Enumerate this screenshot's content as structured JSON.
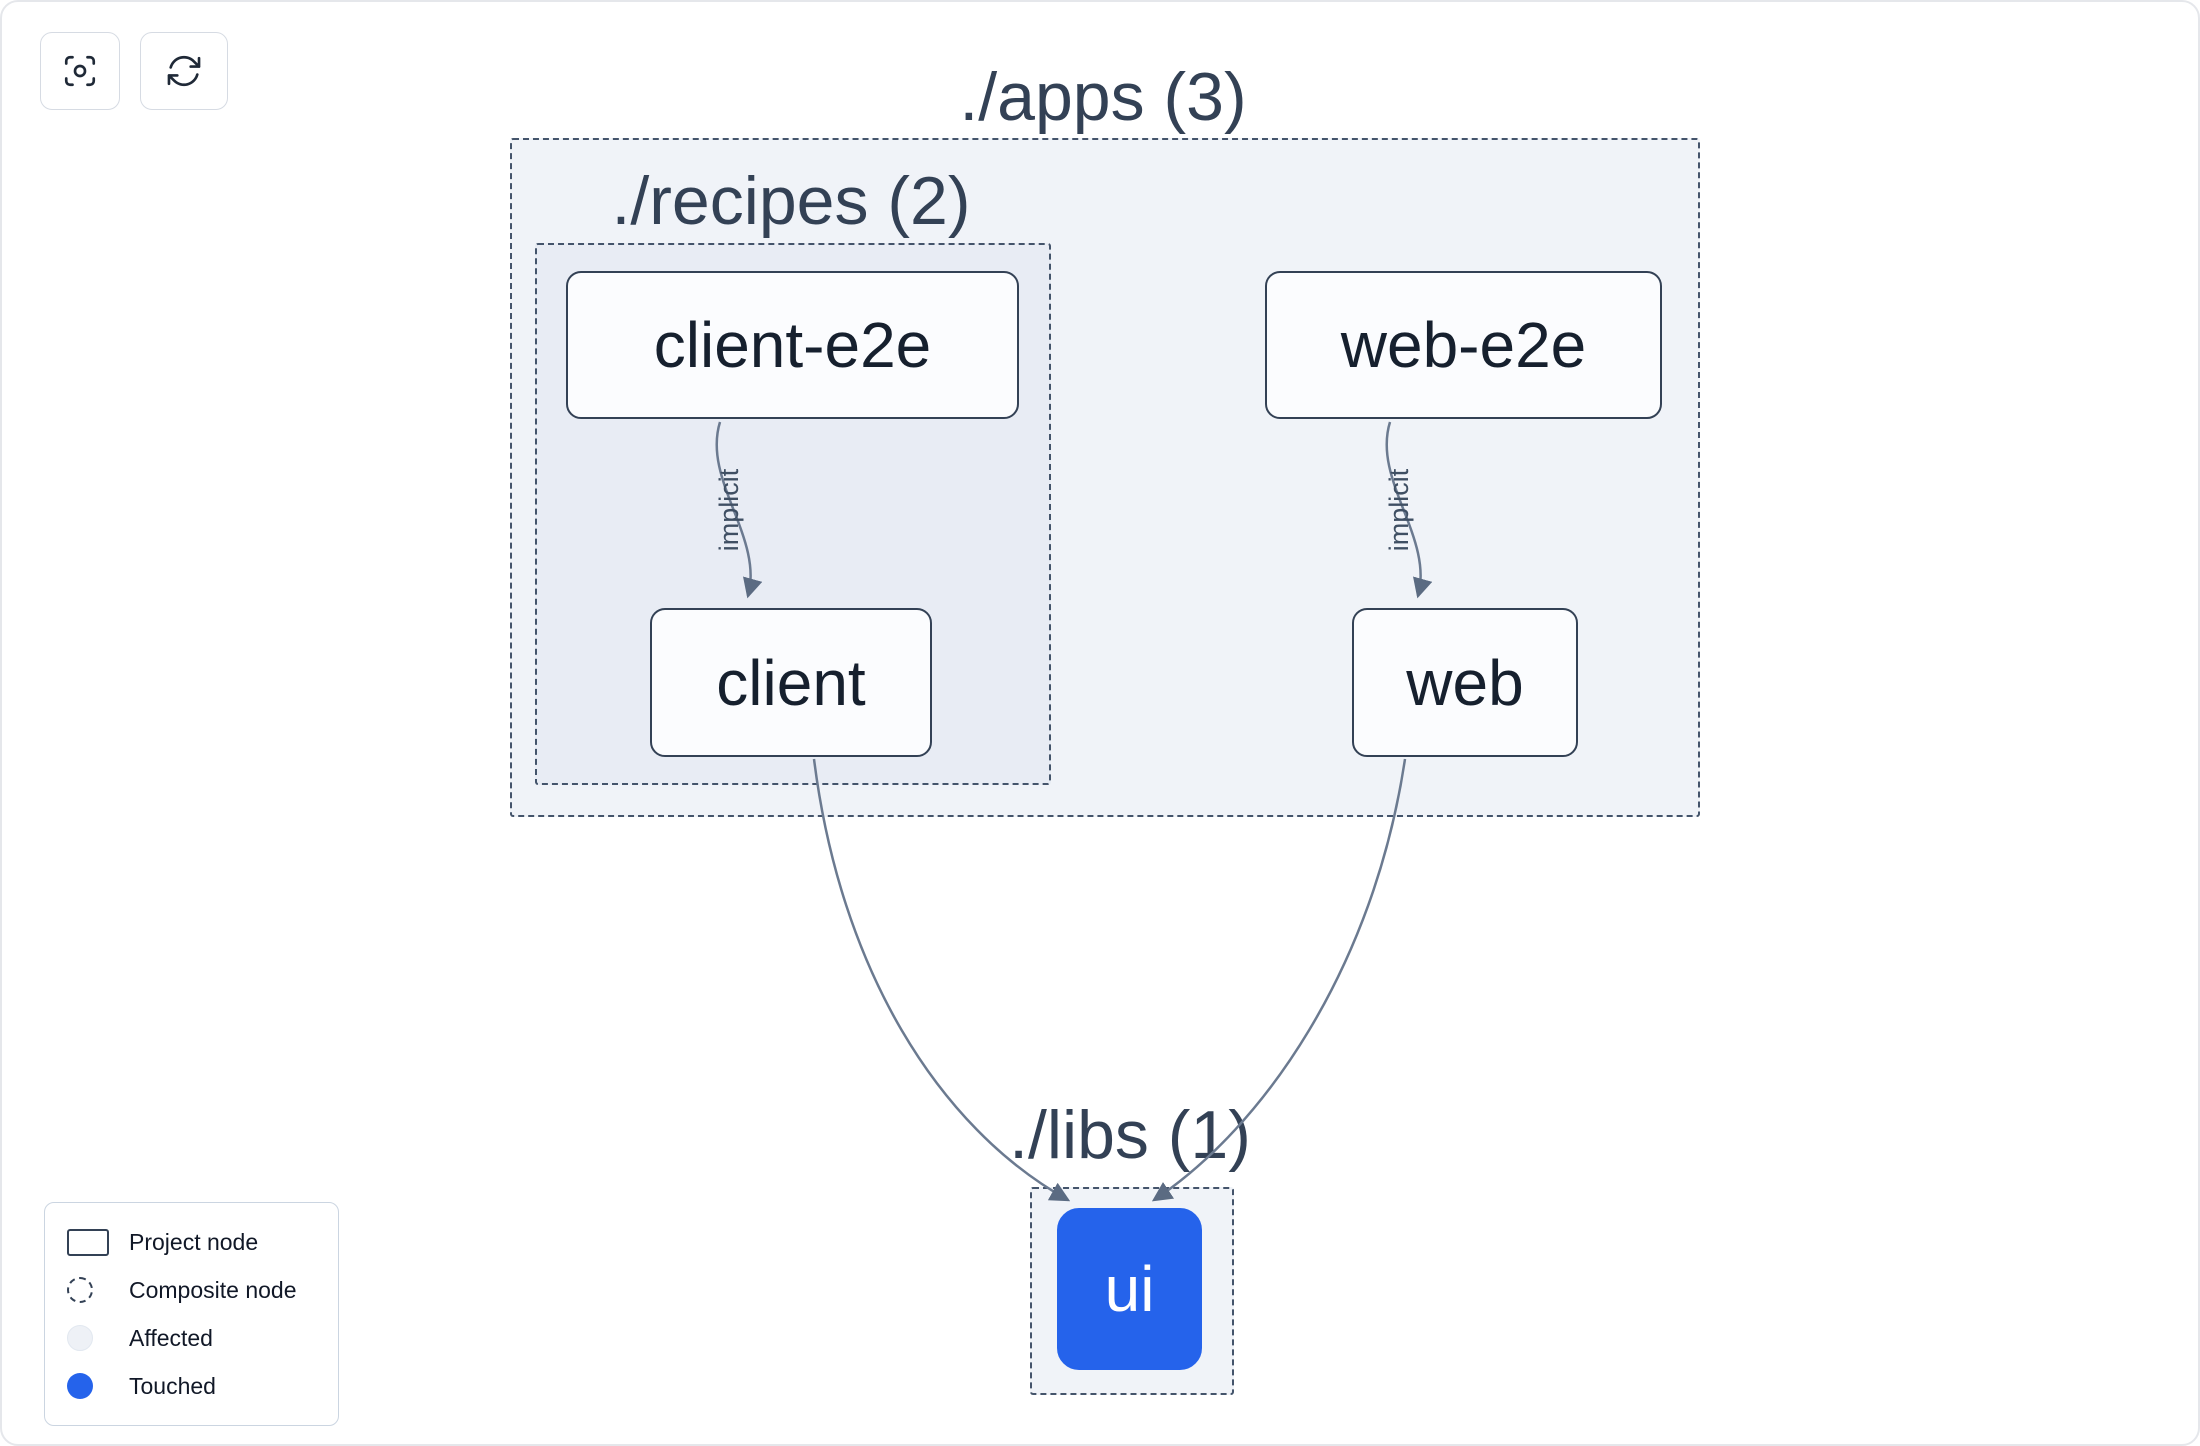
{
  "toolbar": {
    "buttons": [
      {
        "name": "center-graph",
        "icon": "viewfinder-icon"
      },
      {
        "name": "refresh-graph",
        "icon": "refresh-icon"
      }
    ]
  },
  "graph": {
    "groups": [
      {
        "id": "apps",
        "label": "./apps (3)",
        "type": "composite"
      },
      {
        "id": "recipes",
        "label": "./recipes (2)",
        "type": "composite"
      },
      {
        "id": "libs",
        "label": "./libs (1)",
        "type": "composite"
      }
    ],
    "nodes": [
      {
        "id": "client-e2e",
        "label": "client-e2e",
        "state": "default"
      },
      {
        "id": "web-e2e",
        "label": "web-e2e",
        "state": "default"
      },
      {
        "id": "client",
        "label": "client",
        "state": "default"
      },
      {
        "id": "web",
        "label": "web",
        "state": "default"
      },
      {
        "id": "ui",
        "label": "ui",
        "state": "touched"
      }
    ],
    "edges": [
      {
        "source": "client-e2e",
        "target": "client",
        "label": "implicit"
      },
      {
        "source": "web-e2e",
        "target": "web",
        "label": "implicit"
      },
      {
        "source": "client",
        "target": "ui",
        "label": ""
      },
      {
        "source": "web",
        "target": "ui",
        "label": ""
      }
    ]
  },
  "legend": {
    "items": [
      {
        "label": "Project node",
        "swatch": "project"
      },
      {
        "label": "Composite node",
        "swatch": "composite"
      },
      {
        "label": "Affected",
        "swatch": "affected"
      },
      {
        "label": "Touched",
        "swatch": "touched"
      }
    ]
  },
  "colors": {
    "touched_blue": "#2563eb",
    "edge_gray": "#6b7a90",
    "group_background": "#eef2f7",
    "node_border": "#334155"
  }
}
